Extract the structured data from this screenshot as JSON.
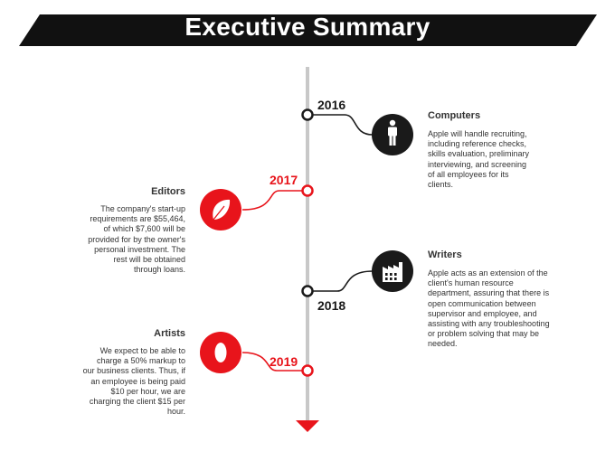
{
  "title": "Executive Summary",
  "colors": {
    "dark": "#1a1a1a",
    "accent": "#e8141b",
    "timeline": "#c8c8c8",
    "text": "#333333"
  },
  "milestones": [
    {
      "year": "2016",
      "heading": "Computers",
      "text": "Apple will handle recruiting,\nincluding reference checks,\nskills evaluation, preliminary\ninterviewing,  and screening\nof all employees for its\nclients.",
      "icon": "person-icon",
      "color": "#1a1a1a"
    },
    {
      "year": "2017",
      "heading": "Editors",
      "text": "The company's start-up\nrequirements are $55,464,\nof which $7,600 will be\nprovided for by the owner's\npersonal investment. The\nrest will be obtained\nthrough loans.",
      "icon": "leaf-icon",
      "color": "#e8141b"
    },
    {
      "year": "2018",
      "heading": "Writers",
      "text": "Apple acts as an extension of the\nclient's human resource\ndepartment, assuring that there is\nopen communication between\nsupervisor and employee, and\nassisting with any troubleshooting\nor problem solving that may be\nneeded.",
      "icon": "factory-icon",
      "color": "#1a1a1a"
    },
    {
      "year": "2019",
      "heading": "Artists",
      "text": "We expect to be able to\ncharge a 50% markup to\nour business clients. Thus, if\nan employee is being paid\n$10 per hour, we are\ncharging the client $15 per\nhour.",
      "icon": "ring-icon",
      "color": "#e8141b"
    }
  ]
}
